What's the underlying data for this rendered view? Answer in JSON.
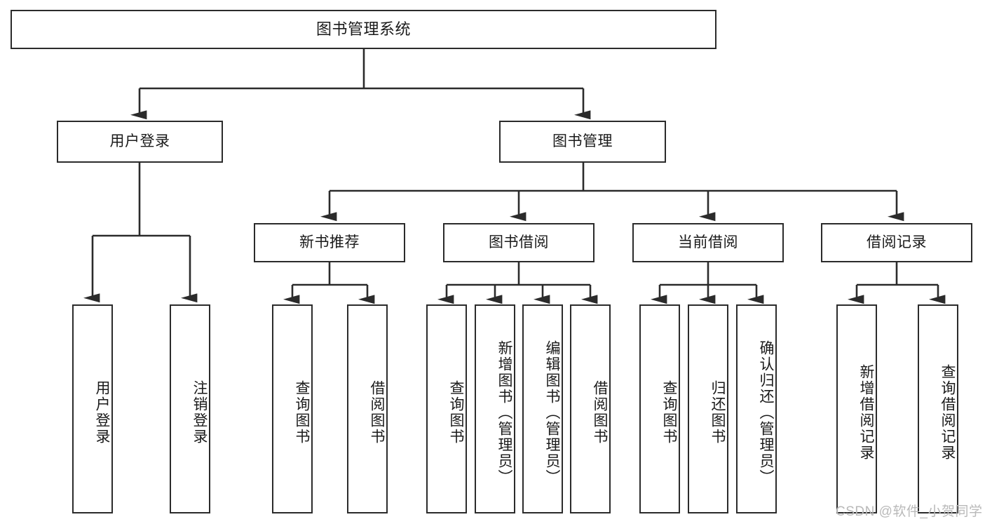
{
  "diagram": {
    "type": "hierarchy-tree",
    "title": "图书管理系统",
    "watermark": "CSDN @软件_小贺同学",
    "colors": {
      "background": "#ffffff",
      "box_border": "#2b2b2b",
      "box_fill": "#ffffff",
      "connector": "#2b2b2b",
      "text": "#1a1a1a",
      "watermark": "#b9b9b9"
    },
    "levels": {
      "root": {
        "label": "图书管理系统"
      },
      "level2": [
        {
          "label": "用户登录"
        },
        {
          "label": "图书管理"
        }
      ],
      "level3": [
        {
          "label": "新书推荐"
        },
        {
          "label": "图书借阅"
        },
        {
          "label": "当前借阅"
        },
        {
          "label": "借阅记录"
        }
      ]
    },
    "leaves": {
      "user_login": [
        {
          "label": "用户登录"
        },
        {
          "label": "注销登录"
        }
      ],
      "new_book_recommend": [
        {
          "label": "查询图书"
        },
        {
          "label": "借阅图书"
        }
      ],
      "book_borrow": [
        {
          "label": "查询图书"
        },
        {
          "label": "新增图书（管理员）"
        },
        {
          "label": "编辑图书（管理员）"
        },
        {
          "label": "借阅图书"
        }
      ],
      "current_borrow": [
        {
          "label": "查询图书"
        },
        {
          "label": "归还图书"
        },
        {
          "label": "确认归还（管理员）"
        }
      ],
      "borrow_record": [
        {
          "label": "新增借阅记录"
        },
        {
          "label": "查询借阅记录"
        }
      ]
    }
  }
}
